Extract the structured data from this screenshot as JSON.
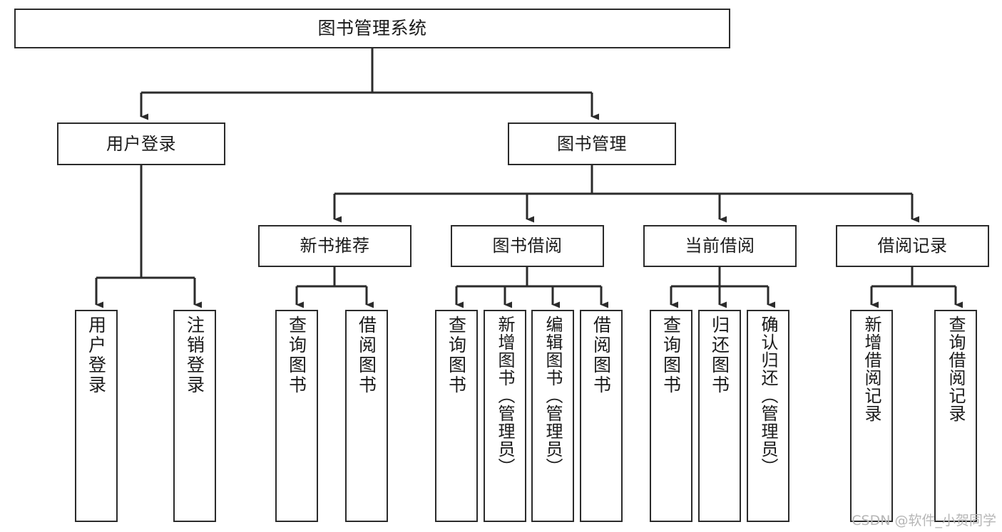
{
  "diagram": {
    "title": "图书管理系统",
    "type": "tree",
    "colors": {
      "box_border": "#2b2b2b",
      "box_fill": "#ffffff",
      "connector": "#2b2b2b",
      "watermark": "#b6b6b6",
      "page_background": "#ffffff"
    },
    "root": {
      "label": "图书管理系统"
    },
    "level1": [
      {
        "label": "用户登录"
      },
      {
        "label": "图书管理"
      }
    ],
    "level2": [
      {
        "label": "新书推荐"
      },
      {
        "label": "图书借阅"
      },
      {
        "label": "当前借阅"
      },
      {
        "label": "借阅记录"
      }
    ],
    "leaves": {
      "user_login": [
        {
          "label": "用户登录"
        },
        {
          "label": "注销登录"
        }
      ],
      "new_book": [
        {
          "label": "查询图书"
        },
        {
          "label": "借阅图书"
        }
      ],
      "book_borrow": [
        {
          "label": "查询图书"
        },
        {
          "label": "新增图书（管理员）"
        },
        {
          "label": "编辑图书（管理员）"
        },
        {
          "label": "借阅图书"
        }
      ],
      "current_borrow": [
        {
          "label": "查询图书"
        },
        {
          "label": "归还图书"
        },
        {
          "label": "确认归还（管理员）"
        }
      ],
      "borrow_record": [
        {
          "label": "新增借阅记录"
        },
        {
          "label": "查询借阅记录"
        }
      ]
    }
  },
  "watermark": {
    "text": "CSDN @软件_小贺同学"
  }
}
